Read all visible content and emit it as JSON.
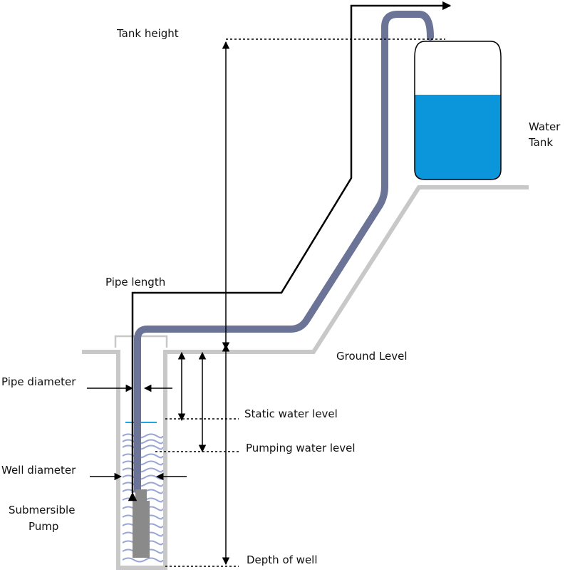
{
  "labels": {
    "tank_height": "Tank height",
    "water_tank_line1": "Water",
    "water_tank_line2": "Tank",
    "pipe_length": "Pipe length",
    "ground_level": "Ground Level",
    "pipe_diameter": "Pipe diameter",
    "static_water_level": "Static water level",
    "pumping_water_level": "Pumping water level",
    "well_diameter": "Well diameter",
    "submersible_pump_line1": "Submersible",
    "submersible_pump_line2": "Pump",
    "depth_of_well": "Depth of well"
  },
  "colors": {
    "pipe": "#6b7397",
    "ground": "#c8c8c8",
    "tank_water": "#0b96dc",
    "pump": "#8a8a8a",
    "well_water_waves": "#9aa6d6",
    "annotation": "#000000"
  }
}
